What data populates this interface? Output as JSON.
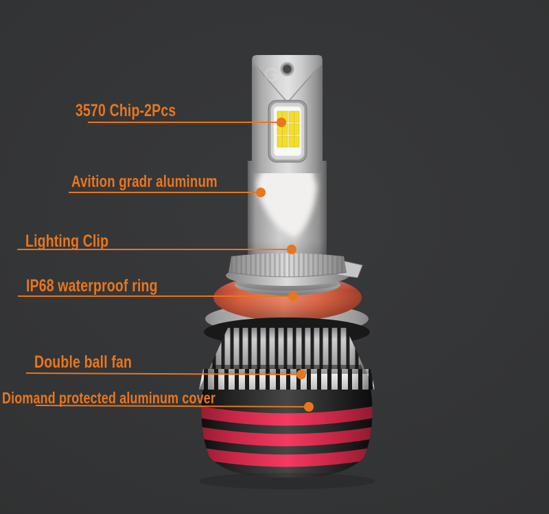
{
  "scene": {
    "description": "LED car headlight bulb feature callout image",
    "background_color": "#313233",
    "accent_color": "#e8761e",
    "watermark": "G"
  },
  "product": {
    "part_colors": {
      "led_chips": "#f2de30",
      "body_aluminum": "#c9c9c9",
      "waterproof_ring": "#e56f4f",
      "cover": "#1d1d1d",
      "cover_stripes": "#e62c50"
    }
  },
  "callouts": [
    {
      "label": "3570 Chip-2Pcs",
      "target": "led-chip-module"
    },
    {
      "label": "Avition gradr aluminum",
      "target": "bulb-body-tube"
    },
    {
      "label": "Lighting Clip",
      "target": "lighting-clip"
    },
    {
      "label": "IP68 waterproof ring",
      "target": "waterproof-ring"
    },
    {
      "label": "Double ball fan",
      "target": "heat-sink-fins"
    },
    {
      "label": "Diomand protected aluminum cover",
      "target": "aluminum-cover"
    }
  ]
}
